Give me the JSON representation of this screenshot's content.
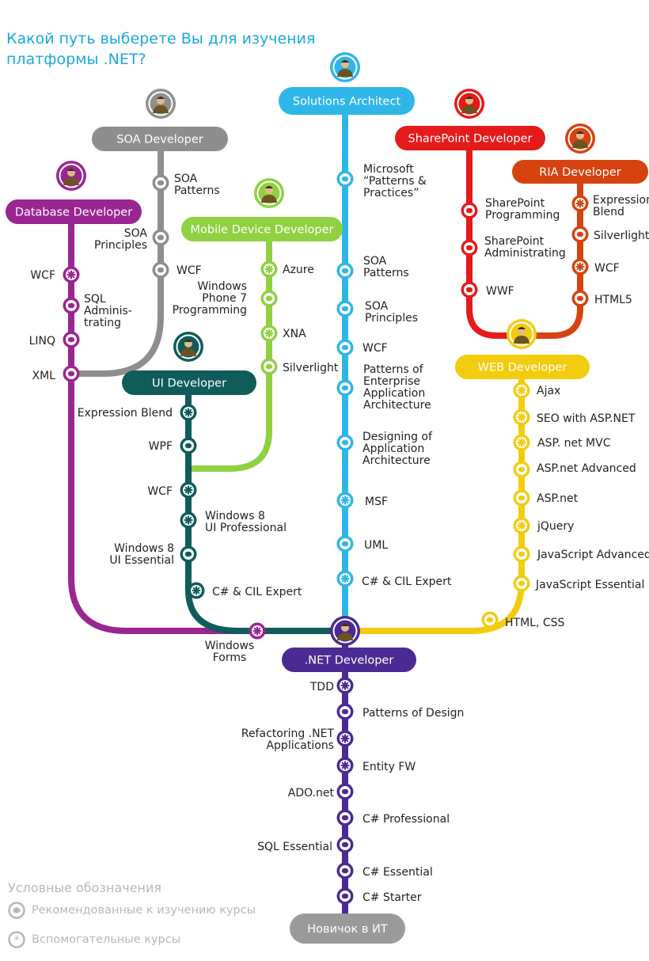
{
  "title": [
    "Какой путь выберете Вы для изучения",
    "платформы .NET?"
  ],
  "legend": {
    "title": "Условные обозначения",
    "recommended": "Рекомендованные к изучению курсы",
    "auxiliary": "Вспомогательные курсы"
  },
  "colors": {
    "net": "#4b2a93",
    "ui": "#0f5c5b",
    "mobile": "#8fd141",
    "database": "#9a2593",
    "soa": "#8e8e8e",
    "solutions": "#2fb6e8",
    "sharepoint": "#e41b1b",
    "ria": "#d64310",
    "web": "#f3cc0d",
    "start": "#9a9a9a"
  },
  "roles": {
    "start": "Новичок в ИТ",
    "net": ".NET Developer",
    "ui": "UI Developer",
    "mobile": "Mobile Device Developer",
    "database": "Database Developer",
    "soa": "SOA Developer",
    "solutions": "Solutions Architect",
    "sharepoint": "SharePoint Developer",
    "ria": "RIA Developer",
    "web": "WEB Developer"
  },
  "courses": {
    "net": [
      {
        "label": "C# Starter",
        "kind": "recommended"
      },
      {
        "label": "C# Essential",
        "kind": "recommended"
      },
      {
        "label": "SQL Essential",
        "kind": "recommended"
      },
      {
        "label": "C# Professional",
        "kind": "recommended"
      },
      {
        "label": "ADO.net",
        "kind": "recommended"
      },
      {
        "label": "Entity FW",
        "kind": "auxiliary"
      },
      {
        "label": [
          "Refactoring .NET",
          "Applications"
        ],
        "kind": "auxiliary"
      },
      {
        "label": "Patterns of Design",
        "kind": "recommended"
      },
      {
        "label": "TDD",
        "kind": "auxiliary"
      }
    ],
    "windows_forms": {
      "label": [
        "Windows",
        "Forms"
      ],
      "kind": "auxiliary"
    },
    "web": [
      {
        "label": "HTML, CSS",
        "kind": "recommended"
      },
      {
        "label": "JavaScript Essential",
        "kind": "recommended"
      },
      {
        "label": "JavaScript Advanced",
        "kind": "recommended"
      },
      {
        "label": "jQuery",
        "kind": "auxiliary"
      },
      {
        "label": "ASP.net",
        "kind": "recommended"
      },
      {
        "label": "ASP.net Advanced",
        "kind": "recommended"
      },
      {
        "label": "ASP. net MVC",
        "kind": "auxiliary"
      },
      {
        "label": "SEO with ASP.NET",
        "kind": "auxiliary"
      },
      {
        "label": "Ajax",
        "kind": "auxiliary"
      }
    ],
    "sharepoint": [
      {
        "label": [
          "SharePoint",
          "Programming"
        ],
        "kind": "recommended"
      },
      {
        "label": [
          "SharePoint",
          "Administrating"
        ],
        "kind": "recommended"
      },
      {
        "label": "WWF",
        "kind": "recommended"
      }
    ],
    "ria": [
      {
        "label": [
          "Expression",
          "Blend"
        ],
        "kind": "auxiliary"
      },
      {
        "label": "Silverlight",
        "kind": "recommended"
      },
      {
        "label": "WCF",
        "kind": "auxiliary"
      },
      {
        "label": "HTML5",
        "kind": "recommended"
      }
    ],
    "solutions": [
      {
        "label": [
          "Microsoft",
          "“Patterns &",
          "Practices”"
        ],
        "kind": "recommended"
      },
      {
        "label": [
          "SOA",
          "Patterns"
        ],
        "kind": "recommended"
      },
      {
        "label": [
          "SOA",
          "Principles"
        ],
        "kind": "recommended"
      },
      {
        "label": "WCF",
        "kind": "recommended"
      },
      {
        "label": [
          "Patterns of",
          "Enterprise",
          "Application",
          "Architecture"
        ],
        "kind": "recommended"
      },
      {
        "label": [
          "Designing of",
          "Application",
          "Architecture"
        ],
        "kind": "recommended"
      },
      {
        "label": "MSF",
        "kind": "auxiliary"
      },
      {
        "label": "UML",
        "kind": "recommended"
      },
      {
        "label": "C# & CIL Expert",
        "kind": "auxiliary"
      }
    ],
    "soa": [
      {
        "label": [
          "SOA",
          "Patterns"
        ],
        "kind": "recommended"
      },
      {
        "label": [
          "SOA",
          "Principles"
        ],
        "kind": "recommended"
      },
      {
        "label": "WCF",
        "kind": "recommended"
      }
    ],
    "mobile": [
      {
        "label": "Azure",
        "kind": "auxiliary"
      },
      {
        "label": [
          "Windows",
          "Phone 7",
          "Programming"
        ],
        "kind": "recommended"
      },
      {
        "label": "XNA",
        "kind": "auxiliary"
      },
      {
        "label": "Silverlight",
        "kind": "recommended"
      }
    ],
    "database": [
      {
        "label": "WCF",
        "kind": "auxiliary"
      },
      {
        "label": [
          "SQL",
          "Adminis-",
          "trating"
        ],
        "kind": "recommended"
      },
      {
        "label": "LINQ",
        "kind": "recommended"
      },
      {
        "label": "XML",
        "kind": "recommended"
      }
    ],
    "ui": [
      {
        "label": "Expression Blend",
        "kind": "auxiliary"
      },
      {
        "label": "WPF",
        "kind": "recommended"
      },
      {
        "label": "WCF",
        "kind": "auxiliary"
      },
      {
        "label": [
          "Windows 8",
          "UI Professional"
        ],
        "kind": "auxiliary"
      },
      {
        "label": [
          "Windows 8",
          "UI Essential"
        ],
        "kind": "recommended"
      },
      {
        "label": "C# & CIL Expert",
        "kind": "auxiliary"
      }
    ]
  }
}
